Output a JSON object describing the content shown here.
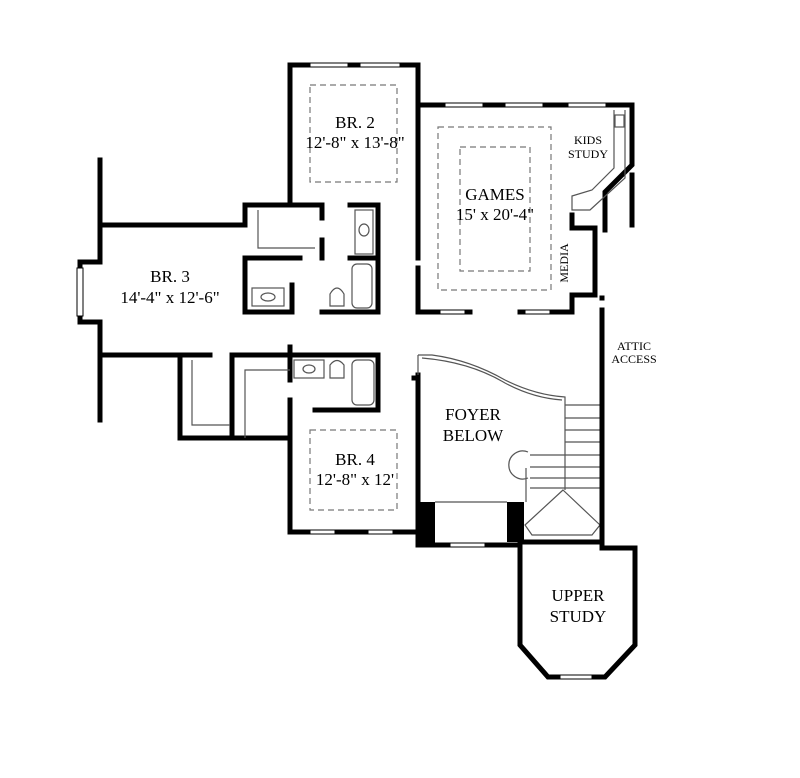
{
  "rooms": {
    "br2": {
      "name": "BR. 2",
      "size": "12'-8\" x 13'-8\""
    },
    "games": {
      "name": "GAMES",
      "size": "15' x 20'-4\""
    },
    "kids_study": {
      "line1": "KIDS",
      "line2": "STUDY"
    },
    "media": {
      "name": "MEDIA"
    },
    "br3": {
      "name": "BR. 3",
      "size": "14'-4\" x 12'-6\""
    },
    "attic": {
      "line1": "ATTIC",
      "line2": "ACCESS"
    },
    "foyer": {
      "line1": "FOYER",
      "line2": "BELOW"
    },
    "br4": {
      "name": "BR. 4",
      "size": "12'-8\" x 12'"
    },
    "upper_study": {
      "line1": "UPPER",
      "line2": "STUDY"
    }
  },
  "colors": {
    "wall": "#000000",
    "fixture": "#555555",
    "ceiling_outline": "#777777"
  }
}
